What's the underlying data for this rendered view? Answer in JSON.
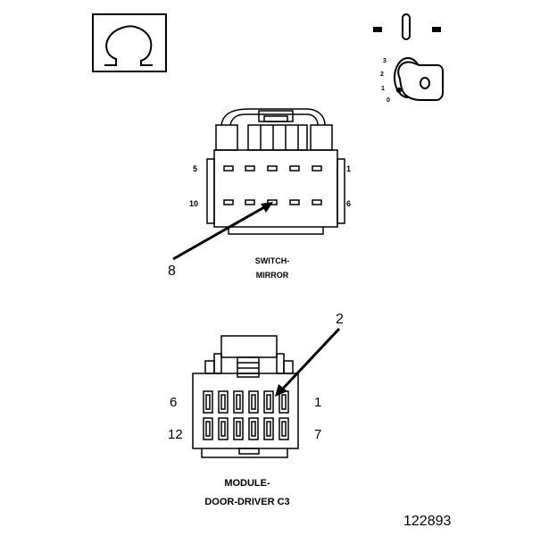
{
  "symbol": {
    "icon": "ohm-icon",
    "glyph": "Ω"
  },
  "key_switch": {
    "icon": "ignition-key-icon",
    "positions": [
      "3",
      "2",
      "1",
      "0"
    ]
  },
  "switch_connector": {
    "pin_left_top": "5",
    "pin_right_top": "1",
    "pin_left_bottom": "10",
    "pin_right_bottom": "6",
    "callout": "8",
    "caption_line1": "SWITCH-",
    "caption_line2": "MIRROR"
  },
  "module_connector": {
    "pin_left_top": "6",
    "pin_right_top": "1",
    "pin_left_bottom": "12",
    "pin_right_bottom": "7",
    "callout": "2",
    "caption_line1": "MODULE-",
    "caption_line2": "DOOR-DRIVER C3"
  },
  "figure_number": "122893"
}
